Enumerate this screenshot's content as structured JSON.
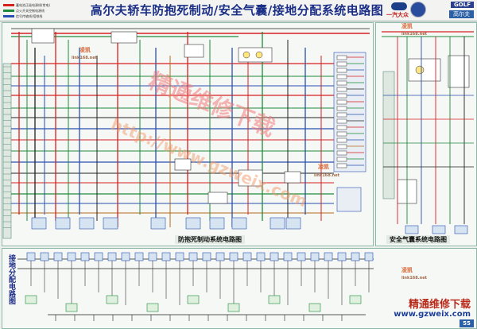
{
  "header": {
    "title": "高尔夫轿车防抱死制动/安全气囊/接地分配系统电路图",
    "legend": [
      {
        "label": "蓄电池正极电源线(常电)",
        "color": "#d62020"
      },
      {
        "label": "点火开关控制电源线",
        "color": "#1f8a3a"
      },
      {
        "label": "信号传输线/搭铁线",
        "color": "#2a4fb0"
      }
    ],
    "brand_cn": "一汽大众",
    "model_en": "GOLF",
    "model_cn": "高尔夫"
  },
  "panels": {
    "abs_caption": "防抱死制动系统电路图",
    "airbag_caption": "安全气囊系统电路图",
    "ground_caption": "接地分配电路图"
  },
  "watermark": {
    "center_text": "精通维修下载",
    "url_text": "http://www.gzweix.com",
    "brand_text": "凌凯",
    "brand_url": "link168.net"
  },
  "footer": {
    "site_name": "精通维修下载",
    "site_url": "www.gzweix.com",
    "page_number": "55"
  },
  "colors": {
    "red": "#d62020",
    "green": "#1f8a3a",
    "blue": "#2a4fb0",
    "frame": "#8bb8a9",
    "title": "#1c2f86"
  }
}
